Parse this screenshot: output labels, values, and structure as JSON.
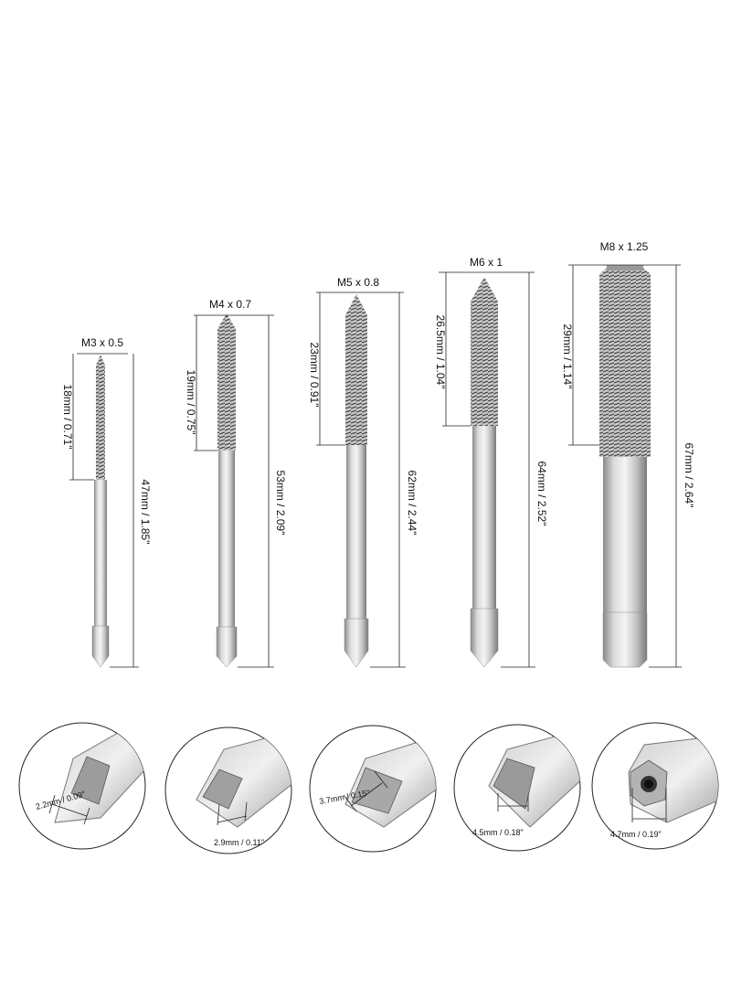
{
  "taps": [
    {
      "size": "M3 x 0.5",
      "thread": "18mm / 0.71\"",
      "total": "47mm / 1.85\"",
      "shank": "2.2mm / 0.09\""
    },
    {
      "size": "M4 x 0.7",
      "thread": "19mm / 0.75\"",
      "total": "53mm / 2.09\"",
      "shank": "2.9mm / 0.11\""
    },
    {
      "size": "M5 x 0.8",
      "thread": "23mm / 0.91\"",
      "total": "62mm / 2.44\"",
      "shank": "3.7mm / 0.15\""
    },
    {
      "size": "M6 x 1",
      "thread": "26.5mm / 1.04\"",
      "total": "64mm / 2.52\"",
      "shank": "4.5mm / 0.18\""
    },
    {
      "size": "M8 x 1.25",
      "thread": "29mm / 1.14\"",
      "total": "67mm / 2.64\"",
      "shank": "4.7mm / 0.19\""
    }
  ],
  "colors": {
    "metal_light": "#e6e6e6",
    "metal_mid": "#b9b9b9",
    "metal_dark": "#7d7d7d",
    "line": "#222222"
  }
}
